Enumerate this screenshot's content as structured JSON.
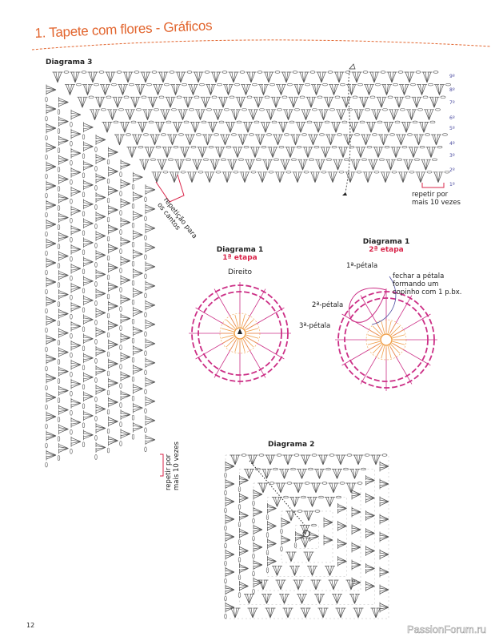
{
  "title": "1. Tapete com flores - Gráficos",
  "diagram3": {
    "label": "Diagrama 3",
    "row_labels": [
      "9º",
      "8º",
      "7º",
      "6º",
      "5º",
      "4º",
      "3º",
      "2º",
      "1º"
    ],
    "repeat_right": [
      "repetir por",
      "mais 10 vezes"
    ],
    "repeat_corner": "repetição para os cantos",
    "repeat_bottom": [
      "repetir por",
      "mais 10 vezes"
    ]
  },
  "diagram1_step1": {
    "label": "Diagrama 1",
    "step": "1ª etapa",
    "side": "Direito"
  },
  "diagram1_step2": {
    "label": "Diagrama 1",
    "step": "2ª etapa",
    "petal1": "1ª-pétala",
    "petal2": "2ª-pétala",
    "petal3": "3ª-pétala",
    "note": [
      "fechar a pétala",
      "formando um",
      "copinho com 1 p.bx."
    ]
  },
  "diagram2": {
    "label": "Diagrama 2"
  },
  "page_number": "12",
  "watermark": "PassionForum.ru",
  "colors": {
    "title": "#e2652e",
    "accent_red": "#d9254a",
    "magenta": "#cc2f86",
    "orange": "#f0a04b",
    "row_label": "#4b4ca0",
    "stitch": "#555555"
  }
}
